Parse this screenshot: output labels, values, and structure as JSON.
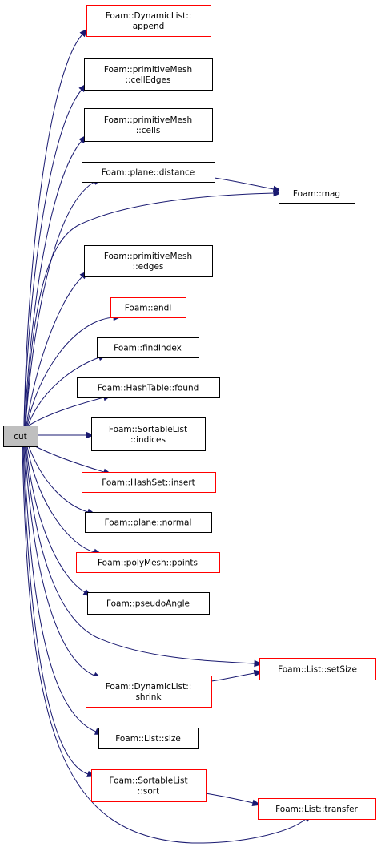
{
  "colors": {
    "edge": "#191970",
    "node_border": "#000000",
    "node_border_highlight": "#ff0000",
    "root_fill": "#bfbfbf"
  },
  "root": {
    "id": "cut",
    "label": "cut"
  },
  "nodes": [
    {
      "id": "append",
      "lines": [
        "Foam::DynamicList::",
        "append"
      ],
      "border": "red"
    },
    {
      "id": "cellEdges",
      "lines": [
        "Foam::primitiveMesh",
        "::cellEdges"
      ],
      "border": "black"
    },
    {
      "id": "cells",
      "lines": [
        "Foam::primitiveMesh",
        "::cells"
      ],
      "border": "black"
    },
    {
      "id": "distance",
      "lines": [
        "Foam::plane::distance"
      ],
      "border": "black"
    },
    {
      "id": "mag",
      "lines": [
        "Foam::mag"
      ],
      "border": "black"
    },
    {
      "id": "edges",
      "lines": [
        "Foam::primitiveMesh",
        "::edges"
      ],
      "border": "black"
    },
    {
      "id": "endl",
      "lines": [
        "Foam::endl"
      ],
      "border": "red"
    },
    {
      "id": "findIndex",
      "lines": [
        "Foam::findIndex"
      ],
      "border": "black"
    },
    {
      "id": "found",
      "lines": [
        "Foam::HashTable::found"
      ],
      "border": "black"
    },
    {
      "id": "indices",
      "lines": [
        "Foam::SortableList",
        "::indices"
      ],
      "border": "black"
    },
    {
      "id": "insert",
      "lines": [
        "Foam::HashSet::insert"
      ],
      "border": "red"
    },
    {
      "id": "normal",
      "lines": [
        "Foam::plane::normal"
      ],
      "border": "black"
    },
    {
      "id": "points",
      "lines": [
        "Foam::polyMesh::points"
      ],
      "border": "red"
    },
    {
      "id": "pseudoAngle",
      "lines": [
        "Foam::pseudoAngle"
      ],
      "border": "black"
    },
    {
      "id": "setSize",
      "lines": [
        "Foam::List::setSize"
      ],
      "border": "red"
    },
    {
      "id": "shrink",
      "lines": [
        "Foam::DynamicList::",
        "shrink"
      ],
      "border": "red"
    },
    {
      "id": "size",
      "lines": [
        "Foam::List::size"
      ],
      "border": "black"
    },
    {
      "id": "sort",
      "lines": [
        "Foam::SortableList",
        "::sort"
      ],
      "border": "red"
    },
    {
      "id": "transfer",
      "lines": [
        "Foam::List::transfer"
      ],
      "border": "red"
    }
  ],
  "edges": [
    {
      "from": "cut",
      "to": "append"
    },
    {
      "from": "cut",
      "to": "cellEdges"
    },
    {
      "from": "cut",
      "to": "cells"
    },
    {
      "from": "cut",
      "to": "distance"
    },
    {
      "from": "cut",
      "to": "mag"
    },
    {
      "from": "cut",
      "to": "edges"
    },
    {
      "from": "cut",
      "to": "endl"
    },
    {
      "from": "cut",
      "to": "findIndex"
    },
    {
      "from": "cut",
      "to": "found"
    },
    {
      "from": "cut",
      "to": "indices"
    },
    {
      "from": "cut",
      "to": "insert"
    },
    {
      "from": "cut",
      "to": "normal"
    },
    {
      "from": "cut",
      "to": "points"
    },
    {
      "from": "cut",
      "to": "pseudoAngle"
    },
    {
      "from": "cut",
      "to": "setSize"
    },
    {
      "from": "cut",
      "to": "shrink"
    },
    {
      "from": "cut",
      "to": "size"
    },
    {
      "from": "cut",
      "to": "sort"
    },
    {
      "from": "cut",
      "to": "transfer"
    },
    {
      "from": "distance",
      "to": "mag"
    },
    {
      "from": "shrink",
      "to": "setSize"
    },
    {
      "from": "sort",
      "to": "transfer"
    }
  ]
}
